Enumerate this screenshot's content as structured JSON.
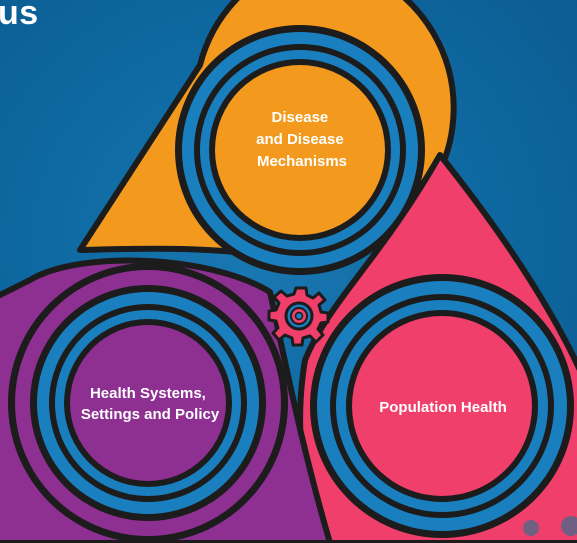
{
  "heading": "us",
  "diagram": {
    "center_icon": "gear-icon",
    "colors": {
      "background": "#0f6aa3",
      "outline": "#1c1c1c",
      "ring": "#1a7fbf",
      "orange": "#f39a1e",
      "pink": "#ef3f6a",
      "purple": "#8e2f92"
    },
    "lobes": [
      {
        "id": "disease",
        "color": "#f39a1e",
        "lines": [
          "Disease",
          "and Disease",
          "Mechanisms"
        ]
      },
      {
        "id": "health-systems",
        "color": "#8e2f92",
        "lines": [
          "Health Systems,",
          "Settings and Policy"
        ]
      },
      {
        "id": "population",
        "color": "#ef3f6a",
        "lines": [
          "Population Health"
        ]
      }
    ]
  }
}
